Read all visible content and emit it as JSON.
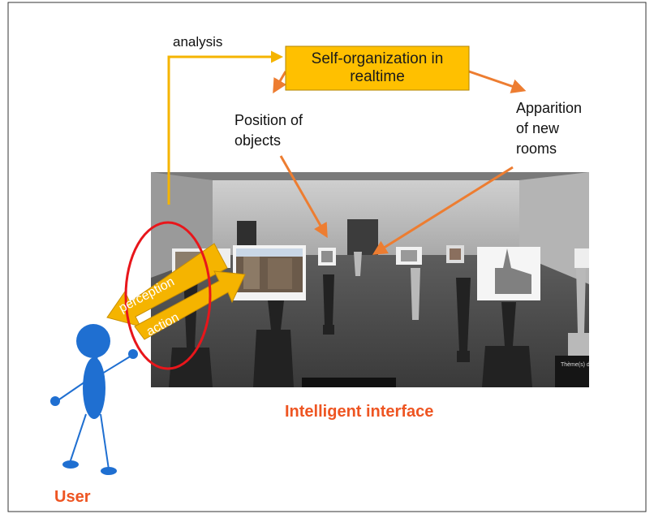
{
  "labels": {
    "analysis": "analysis",
    "self_organization": "Self-organization in\nrealtime",
    "position_of_objects": "Position of\nobjects",
    "apparition": "Apparition\nof new\nrooms",
    "perception": "perception",
    "action": "action",
    "intelligent_interface": "Intelligent interface",
    "user": "User",
    "screen_caption": "Thème(s) d"
  },
  "colors": {
    "arrow_yellow": "#f5b400",
    "arrow_orange": "#ed7d31",
    "box_fill": "#ffc000",
    "ellipse_red": "#e8161b",
    "user_blue": "#1f6fd1",
    "accent_red": "#ee5522"
  },
  "icons": [
    "user-stick-figure-icon",
    "virtual-museum-screenshot"
  ]
}
